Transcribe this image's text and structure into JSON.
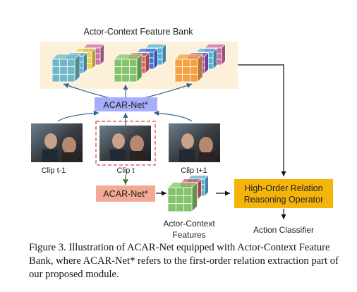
{
  "bank_title": "Actor-Context Feature Bank",
  "acar_top_label": "ACAR-Net*",
  "acar_bottom_label": "ACAR-Net*",
  "clips": [
    {
      "label": "Clip t-1",
      "highlighted": false
    },
    {
      "label": "Clip t",
      "highlighted": true
    },
    {
      "label": "Clip t+1",
      "highlighted": false
    }
  ],
  "features_label_line1": "Actor-Context",
  "features_label_line2": "Features",
  "hor_line1": "High-Order Relation",
  "hor_line2": "Reasoning Operator",
  "classifier_label": "Action Classifier",
  "caption": "Figure 3. Illustration of ACAR-Net equipped with Actor-Context Feature Bank, where ACAR-Net* refers to the first-order relation extraction part of our proposed module.",
  "colors": {
    "bank_bg": "#fdf0d8",
    "acar_top": "#a6aefb",
    "acar_bottom": "#f4a896",
    "hor_box": "#f5b40a",
    "arrow_blue": "#2e6496",
    "arrow_green": "#3f7d29",
    "dashed_red": "#e0454f",
    "cube_colors": [
      "#c66fa3",
      "#f0d04b",
      "#55b0d7",
      "#6fb8c6",
      "#3f74d6",
      "#e25a5a",
      "#83c36b",
      "#9b4fb4",
      "#f4a13e"
    ]
  }
}
